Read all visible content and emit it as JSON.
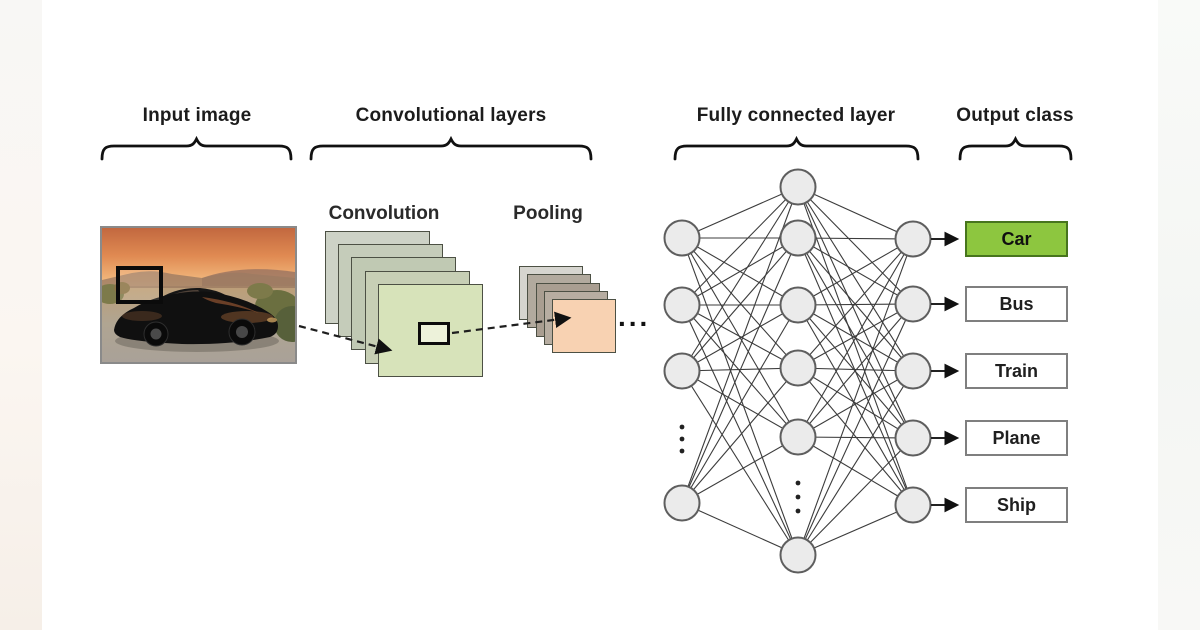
{
  "sections": {
    "input": {
      "label": "Input image",
      "photo_description": "black sports car at sunset with highlighted receptive-field patch"
    },
    "convolutional": {
      "label": "Convolutional layers",
      "stages": [
        {
          "label": "Convolution",
          "feature_maps": 5
        },
        {
          "label": "Pooling",
          "feature_maps": 5
        }
      ],
      "more_layers_ellipsis": "..."
    },
    "fully_connected": {
      "label": "Fully connected layer",
      "visible_input_nodes": 4,
      "visible_hidden_nodes": 6,
      "visible_output_nodes": 5,
      "truncation_dots": true
    },
    "output": {
      "label": "Output class",
      "classes": [
        {
          "label": "Car",
          "highlighted": true
        },
        {
          "label": "Bus",
          "highlighted": false
        },
        {
          "label": "Train",
          "highlighted": false
        },
        {
          "label": "Plane",
          "highlighted": false
        },
        {
          "label": "Ship",
          "highlighted": false
        }
      ]
    }
  },
  "colors": {
    "conv_front": "#d7e3ba",
    "conv_back": [
      "#cdd2c6",
      "#c5ccba",
      "#c0c9b3",
      "#c7cfb5"
    ],
    "pool_front": "#f8d2b2",
    "pool_back": [
      "#d6d5cf",
      "#b2aa9e",
      "#a99e91",
      "#b7ada1"
    ],
    "node_fill": "#ebebeb",
    "node_stroke": "#5e5e5e",
    "edge_stroke": "#3c3c3c",
    "highlight_green": "#8dc63f",
    "highlight_border": "#47751d",
    "box_border": "#7f7f7f",
    "ink": "#111111"
  }
}
